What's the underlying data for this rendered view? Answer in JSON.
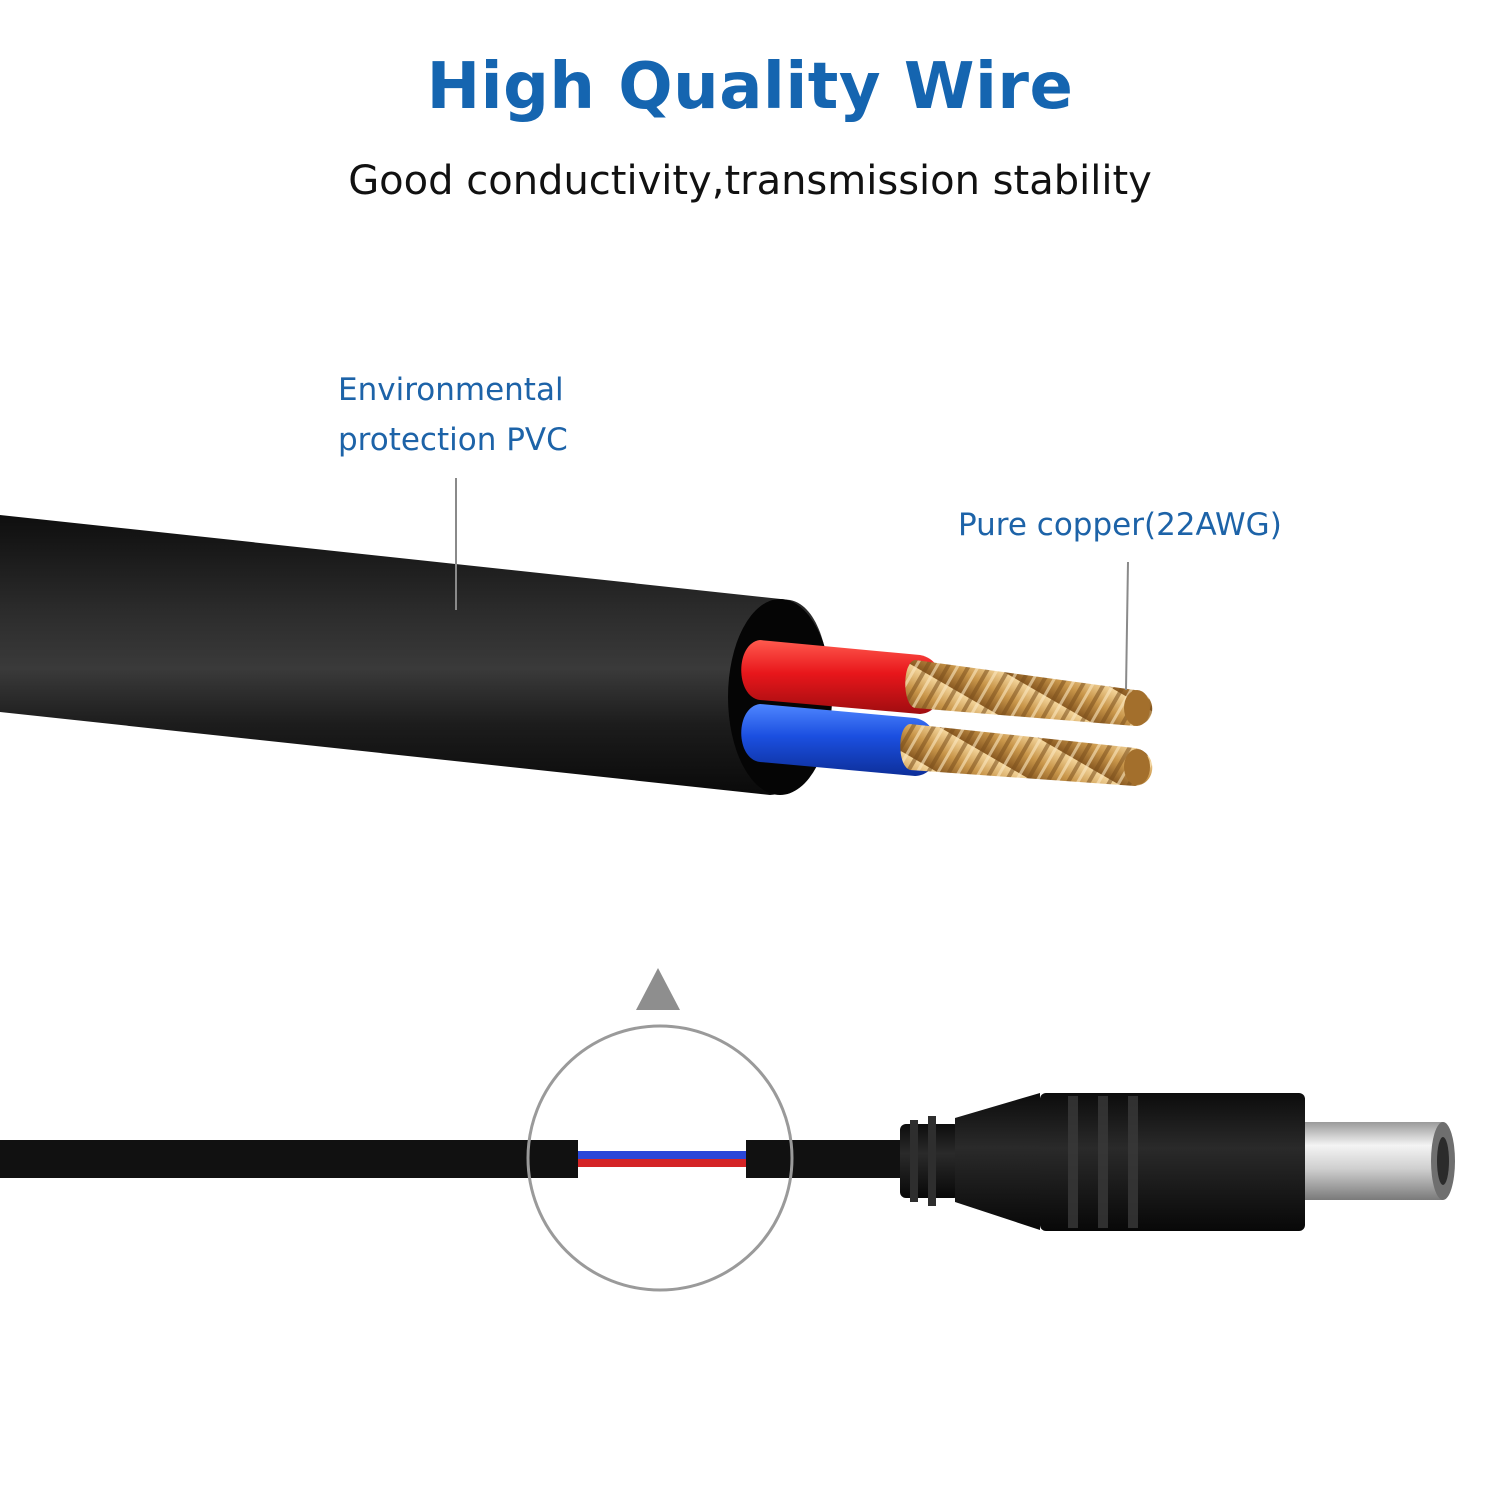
{
  "heading": {
    "title": "High Quality Wire",
    "subtitle": "Good conductivity,transmission stability"
  },
  "callouts": {
    "pvc_line1": "Environmental",
    "pvc_line2": "protection PVC",
    "copper": "Pure copper(22AWG)"
  },
  "colors": {
    "accent_blue": "#1565b0",
    "cable_black": "#151515",
    "red_core": "#e8161b",
    "blue_core": "#1b4fe0",
    "copper": "#c9964a"
  }
}
